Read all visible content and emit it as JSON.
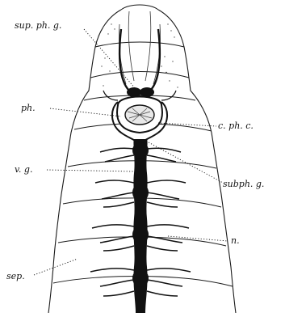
{
  "labels": {
    "sup_ph_g": "sup. ph. g.",
    "ph": "ph.",
    "c_ph_c": "c. ph. c.",
    "v_g": "v. g.",
    "subph_g": "subph. g.",
    "n": "n.",
    "sep": "sep."
  },
  "colors": {
    "ink": "#111111",
    "paper": "#ffffff"
  }
}
